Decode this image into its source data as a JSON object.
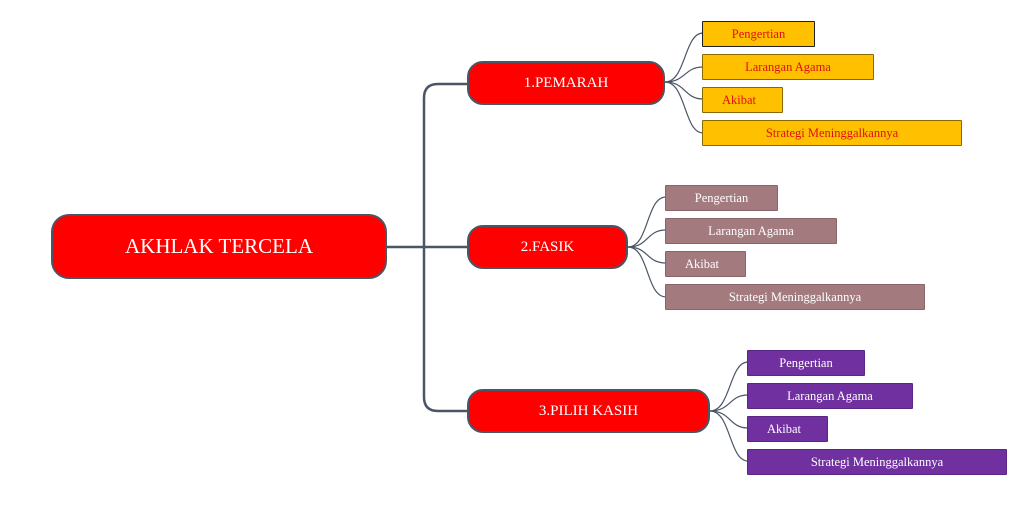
{
  "root": {
    "label": "AKHLAK TERCELA"
  },
  "branches": [
    {
      "label": "1.PEMARAH",
      "color": "#ffc000",
      "leaves": [
        "Pengertian",
        "Larangan Agama",
        "Akibat",
        "Strategi Meninggalkannya"
      ]
    },
    {
      "label": "2.FASIK",
      "color": "#a37a7e",
      "leaves": [
        "Pengertian",
        "Larangan Agama",
        "Akibat",
        "Strategi Meninggalkannya"
      ]
    },
    {
      "label": "3.PILIH KASIH",
      "color": "#7030a0",
      "leaves": [
        "Pengertian",
        "Larangan Agama",
        "Akibat",
        "Strategi Meninggalkannya"
      ]
    }
  ],
  "colors": {
    "root_fill": "#ff0000",
    "branch_fill": "#ff0000",
    "connector": "#4a5566"
  }
}
